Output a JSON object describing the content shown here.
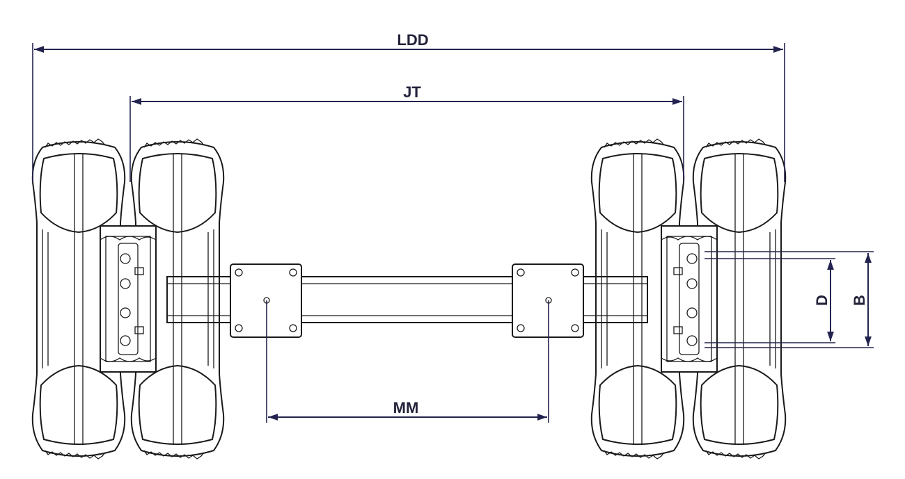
{
  "dimensions": {
    "ldd": "LDD",
    "jt": "JT",
    "mm": "MM",
    "d": "D",
    "b": "B"
  },
  "colors": {
    "dimension_line": "#23234f",
    "outline": "#1a1a1a",
    "background": "#ffffff"
  }
}
